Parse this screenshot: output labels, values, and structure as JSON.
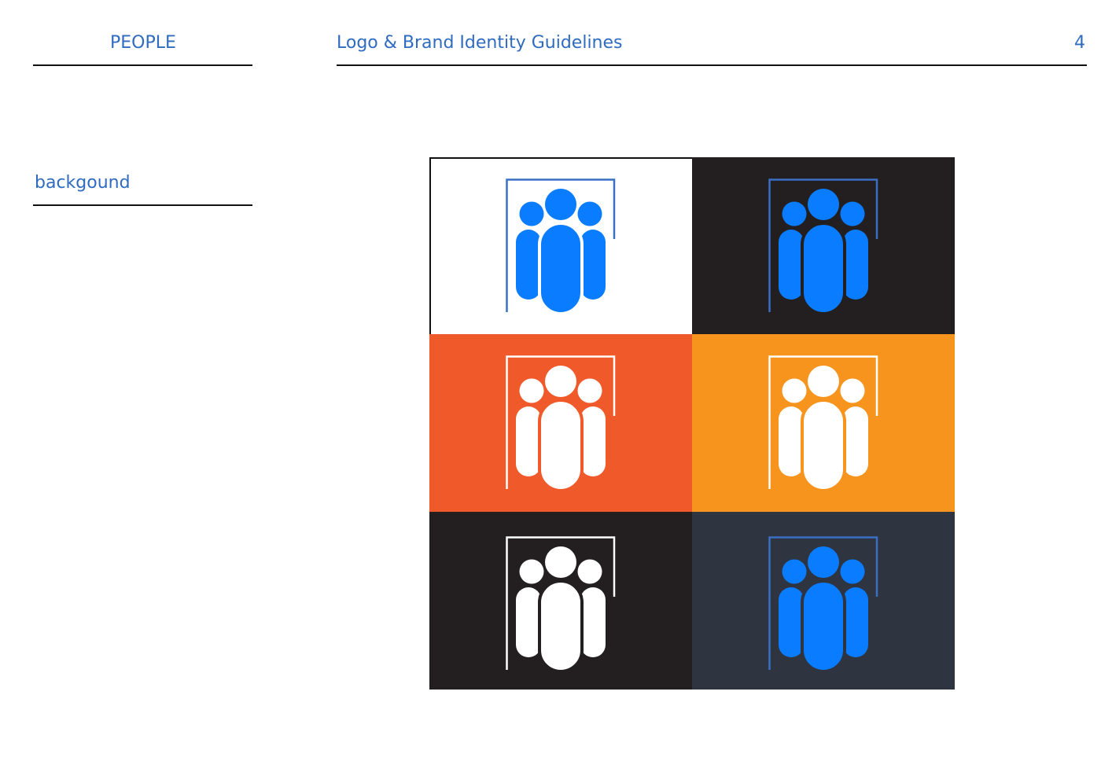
{
  "header": {
    "section": "PEOPLE",
    "title": "Logo & Brand Identity Guidelines",
    "page_number": "4"
  },
  "sidebar": {
    "subsection": "backgound"
  },
  "logo_name": "PEOPLE",
  "variants": [
    {
      "background": "#ffffff",
      "logo": "#0a7cff",
      "frame": "#3a6fc4",
      "border": "#111111"
    },
    {
      "background": "#231f20",
      "logo": "#0a7cff",
      "frame": "#3a6fc4"
    },
    {
      "background": "#f05a2b",
      "logo": "#ffffff",
      "frame": "#ffffff"
    },
    {
      "background": "#f7941d",
      "logo": "#ffffff",
      "frame": "#ffffff"
    },
    {
      "background": "#231f20",
      "logo": "#ffffff",
      "frame": "#ffffff"
    },
    {
      "background": "#2e3440",
      "logo": "#0a7cff",
      "frame": "#3a6fc4"
    }
  ]
}
